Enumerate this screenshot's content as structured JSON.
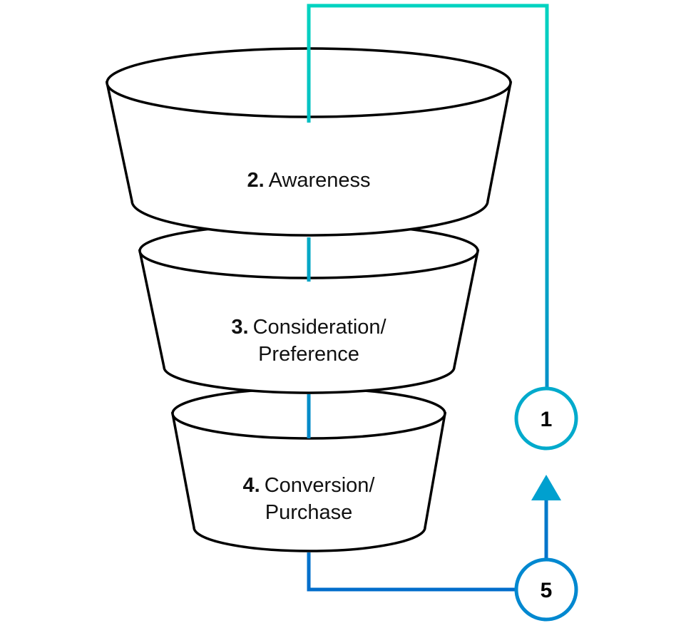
{
  "stages": [
    {
      "number": "2.",
      "lines": [
        "Awareness"
      ]
    },
    {
      "number": "3.",
      "lines": [
        "Consideration/",
        "Preference"
      ]
    },
    {
      "number": "4.",
      "lines": [
        "Conversion/",
        "Purchase"
      ]
    }
  ],
  "loop_nodes": [
    {
      "label": "1"
    },
    {
      "label": "5"
    }
  ],
  "colors": {
    "gradient_top": "#00d4c0",
    "gradient_bottom": "#0066cc",
    "outline": "#000000"
  }
}
